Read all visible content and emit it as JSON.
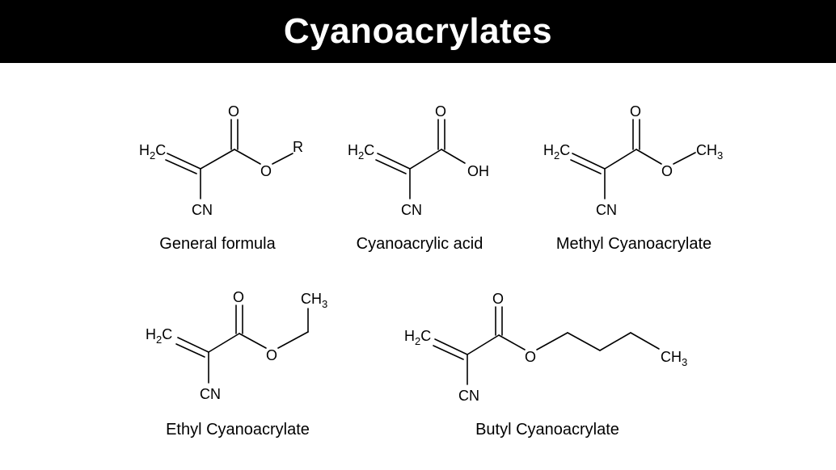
{
  "title": "Cyanoacrylates",
  "atoms": {
    "h2c_main": "H",
    "h2c_sub": "2",
    "h2c_tail": "C",
    "cn": "CN",
    "oxygen": "O",
    "r": "R",
    "oh": "OH",
    "ch3_main": "CH",
    "ch3_sub": "3"
  },
  "molecules": [
    {
      "caption": "General formula"
    },
    {
      "caption": "Cyanoacrylic acid"
    },
    {
      "caption": "Methyl Cyanoacrylate"
    },
    {
      "caption": "Ethyl Cyanoacrylate"
    },
    {
      "caption": "Butyl Cyanoacrylate"
    }
  ],
  "colors": {
    "header_bg": "#000000",
    "header_text": "#ffffff",
    "canvas_bg": "#ffffff",
    "ink": "#000000"
  }
}
